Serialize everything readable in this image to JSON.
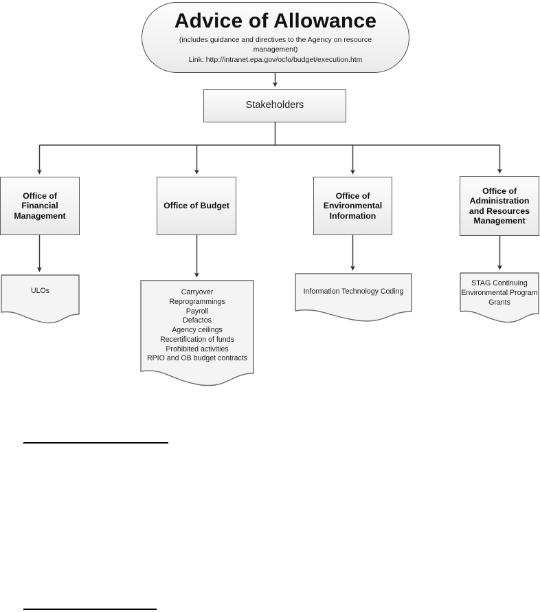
{
  "diagram": {
    "title_node": {
      "title": "Advice of Allowance",
      "subtitle": "(includes guidance and directives to the Agency on resource management)",
      "link_line": "Link: http://intranet.epa.gov/ocfo/budget/execution.htm"
    },
    "stakeholders_node": {
      "label": "Stakeholders"
    },
    "offices": [
      {
        "id": "financial",
        "label": "Office of Financial Management"
      },
      {
        "id": "budget",
        "label": "Office of Budget"
      },
      {
        "id": "envinfo",
        "label": "Office of Environmental Information"
      },
      {
        "id": "admin",
        "label": "Office of Administration and Resources Management"
      }
    ],
    "documents": [
      {
        "id": "ulos",
        "label": "ULOs"
      },
      {
        "id": "budget",
        "label": "Carryover\nReprogrammings\nPayroll\nDefactos\nAgency ceilings\nRecertification of funds\nProhibited activities\nRPIO and OB budget contracts"
      },
      {
        "id": "it-coding",
        "label": "Information Technology Coding"
      },
      {
        "id": "stag",
        "label": "STAG Continuing Environmental Program Grants"
      }
    ]
  },
  "chart_data": {
    "type": "diagram",
    "title": "Advice of Allowance",
    "layout": "top-down organizational flowchart",
    "levels": [
      {
        "level": 0,
        "nodes": [
          {
            "name": "Advice of Allowance",
            "shape": "rounded-stadium",
            "notes": "(includes guidance and directives to the Agency on resource management) Link: http://intranet.epa.gov/ocfo/budget/execution.htm"
          }
        ]
      },
      {
        "level": 1,
        "nodes": [
          {
            "name": "Stakeholders",
            "shape": "rectangle"
          }
        ]
      },
      {
        "level": 2,
        "nodes": [
          {
            "name": "Office of Financial Management",
            "shape": "rectangle"
          },
          {
            "name": "Office of Budget",
            "shape": "rectangle"
          },
          {
            "name": "Office of Environmental Information",
            "shape": "rectangle"
          },
          {
            "name": "Office of Administration and Resources Management",
            "shape": "rectangle"
          }
        ]
      },
      {
        "level": 3,
        "nodes": [
          {
            "name": "ULOs",
            "shape": "document",
            "parent": "Office of Financial Management"
          },
          {
            "name": "Carryover; Reprogrammings; Payroll; Defactos; Agency ceilings; Recertification of funds; Prohibited activities; RPIO and OB budget contracts",
            "shape": "document",
            "parent": "Office of Budget"
          },
          {
            "name": "Information Technology Coding",
            "shape": "document",
            "parent": "Office of Environmental Information"
          },
          {
            "name": "STAG Continuing Environmental Program Grants",
            "shape": "document",
            "parent": "Office of Administration and Resources Management"
          }
        ]
      }
    ],
    "edges": [
      {
        "from": "Advice of Allowance",
        "to": "Stakeholders",
        "style": "arrow"
      },
      {
        "from": "Stakeholders",
        "to": "Office of Financial Management",
        "style": "elbow-arrow"
      },
      {
        "from": "Stakeholders",
        "to": "Office of Budget",
        "style": "elbow-arrow"
      },
      {
        "from": "Stakeholders",
        "to": "Office of Environmental Information",
        "style": "elbow-arrow"
      },
      {
        "from": "Stakeholders",
        "to": "Office of Administration and Resources Management",
        "style": "elbow-arrow"
      },
      {
        "from": "Office of Financial Management",
        "to": "ULOs",
        "style": "arrow"
      },
      {
        "from": "Office of Budget",
        "to": "Budget document",
        "style": "arrow"
      },
      {
        "from": "Office of Environmental Information",
        "to": "Information Technology Coding",
        "style": "arrow"
      },
      {
        "from": "Office of Administration and Resources Management",
        "to": "STAG Continuing Environmental Program Grants",
        "style": "arrow"
      }
    ],
    "colors": {
      "node_fill": "#f3f3f3",
      "node_border": "#5a5a5a",
      "connector": "#3d3d3d",
      "text": "#111111",
      "background": "#ffffff"
    }
  }
}
